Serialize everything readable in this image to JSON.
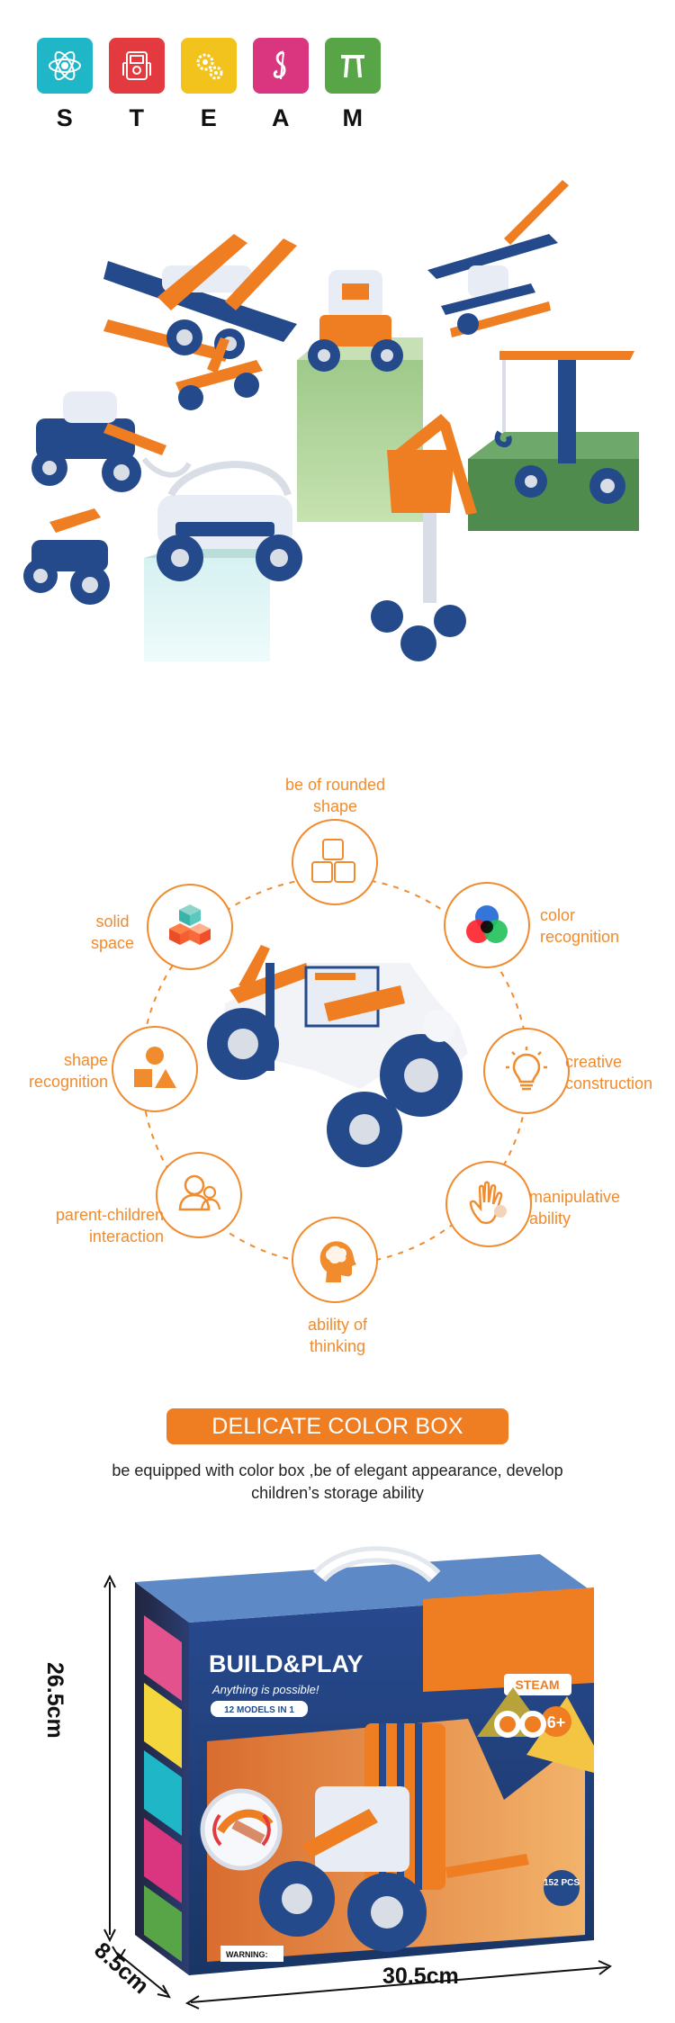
{
  "steam": {
    "items": [
      {
        "letter": "S",
        "icon": "atom-icon",
        "color": "#1fb7c8"
      },
      {
        "letter": "T",
        "icon": "multimeter-icon",
        "color": "#e23a3f"
      },
      {
        "letter": "E",
        "icon": "gears-icon",
        "color": "#f2c31d"
      },
      {
        "letter": "A",
        "icon": "music-note-icon",
        "color": "#d9367f"
      },
      {
        "letter": "M",
        "icon": "pi-icon",
        "color": "#58a548"
      }
    ]
  },
  "features": {
    "items": [
      {
        "label": "be of rounded\nshape",
        "icon": "cubes-outline-icon"
      },
      {
        "label": "color\nrecognition",
        "icon": "color-circles-icon"
      },
      {
        "label": "creative\nconstruction",
        "icon": "lightbulb-icon"
      },
      {
        "label": "manipulative\nability",
        "icon": "hand-icon"
      },
      {
        "label": "ability of\nthinking",
        "icon": "brain-head-icon"
      },
      {
        "label": "parent-children\ninteraction",
        "icon": "people-icon"
      },
      {
        "label": "shape\nrecognition",
        "icon": "shapes-icon"
      },
      {
        "label": "solid\nspace",
        "icon": "colored-cubes-icon"
      }
    ]
  },
  "box": {
    "title": "DELICATE COLOR BOX",
    "description": "be equipped with color box ,be of elegant appearance, develop\nchildren’s storage ability",
    "brand": "BUILD&PLAY",
    "tagline": "Anything is possible!",
    "models": "12 MODELS IN 1",
    "steam_badge": "STEAM",
    "age": "6+",
    "pcs": "152 PCS",
    "warning": "WARNING:",
    "dimensions": {
      "height": "26.5cm",
      "depth": "8.5cm",
      "width": "30.5cm"
    }
  },
  "colors": {
    "accent": "#ef7d22",
    "blue": "#244a8b",
    "orange": "#f08b2e"
  }
}
